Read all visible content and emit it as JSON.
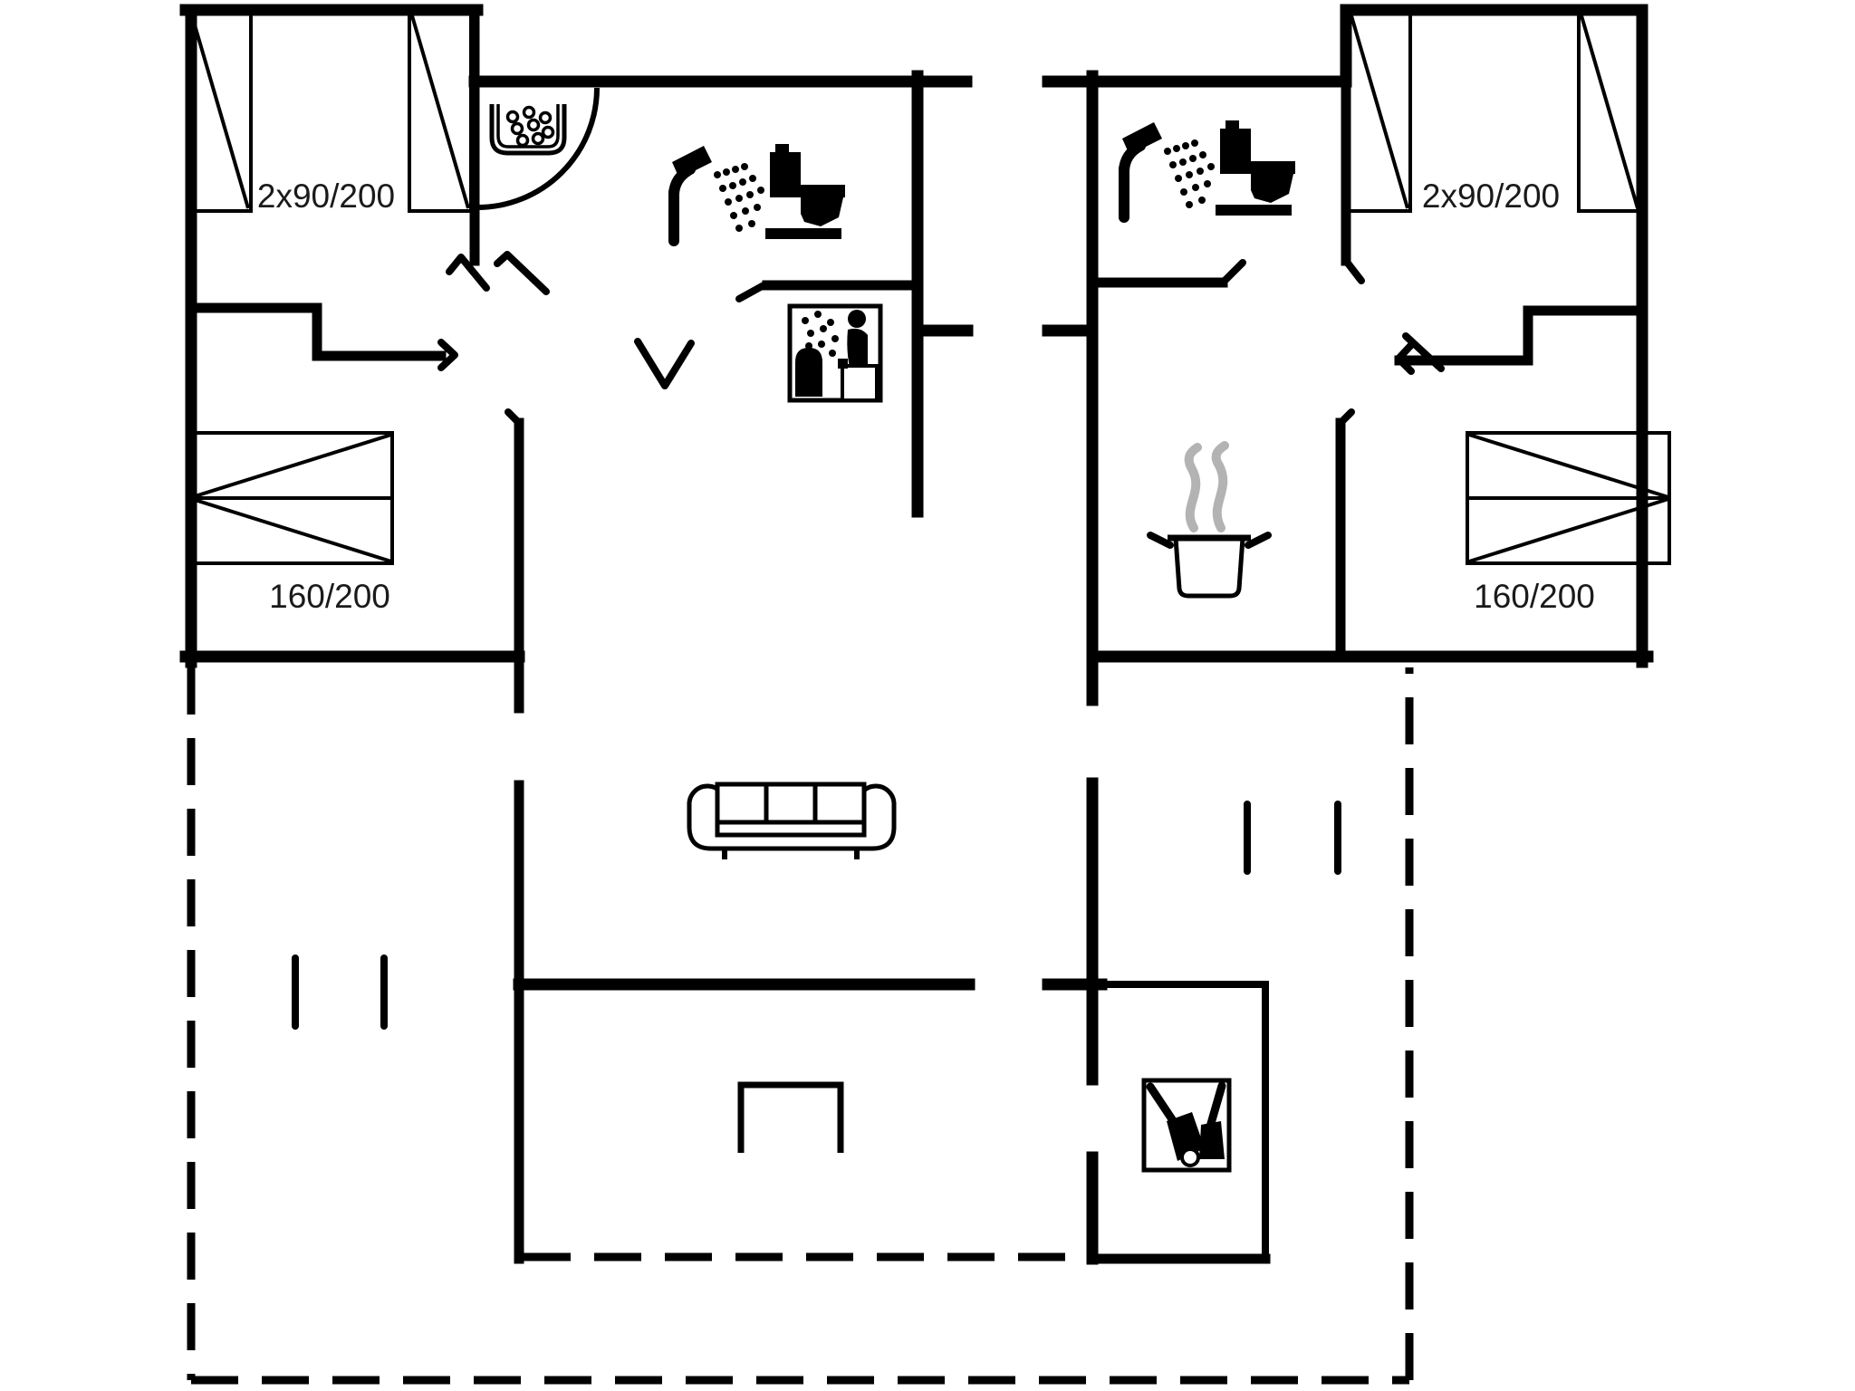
{
  "colors": {
    "background": "#ffffff",
    "line": "#000000",
    "steam": "#b3b3b3",
    "text": "#1a1a1a"
  },
  "labels": {
    "left_twin_bed": "2x90/200",
    "right_twin_bed": "2x90/200",
    "left_double_bed": "160/200",
    "right_double_bed": "160/200"
  },
  "icons": [
    "washbasin-icon",
    "door-arc-icon",
    "shower-icon-left",
    "toilet-icon-left",
    "sauna-icon",
    "shower-icon-right",
    "toilet-icon-right",
    "cooking-pot-icon",
    "steam-icon",
    "sofa-icon",
    "stove-icon",
    "cleaning-equipment-icon",
    "twin-bed-icon",
    "double-bed-icon"
  ],
  "legend": {
    "dashed_meaning": "terrace-boundary"
  }
}
